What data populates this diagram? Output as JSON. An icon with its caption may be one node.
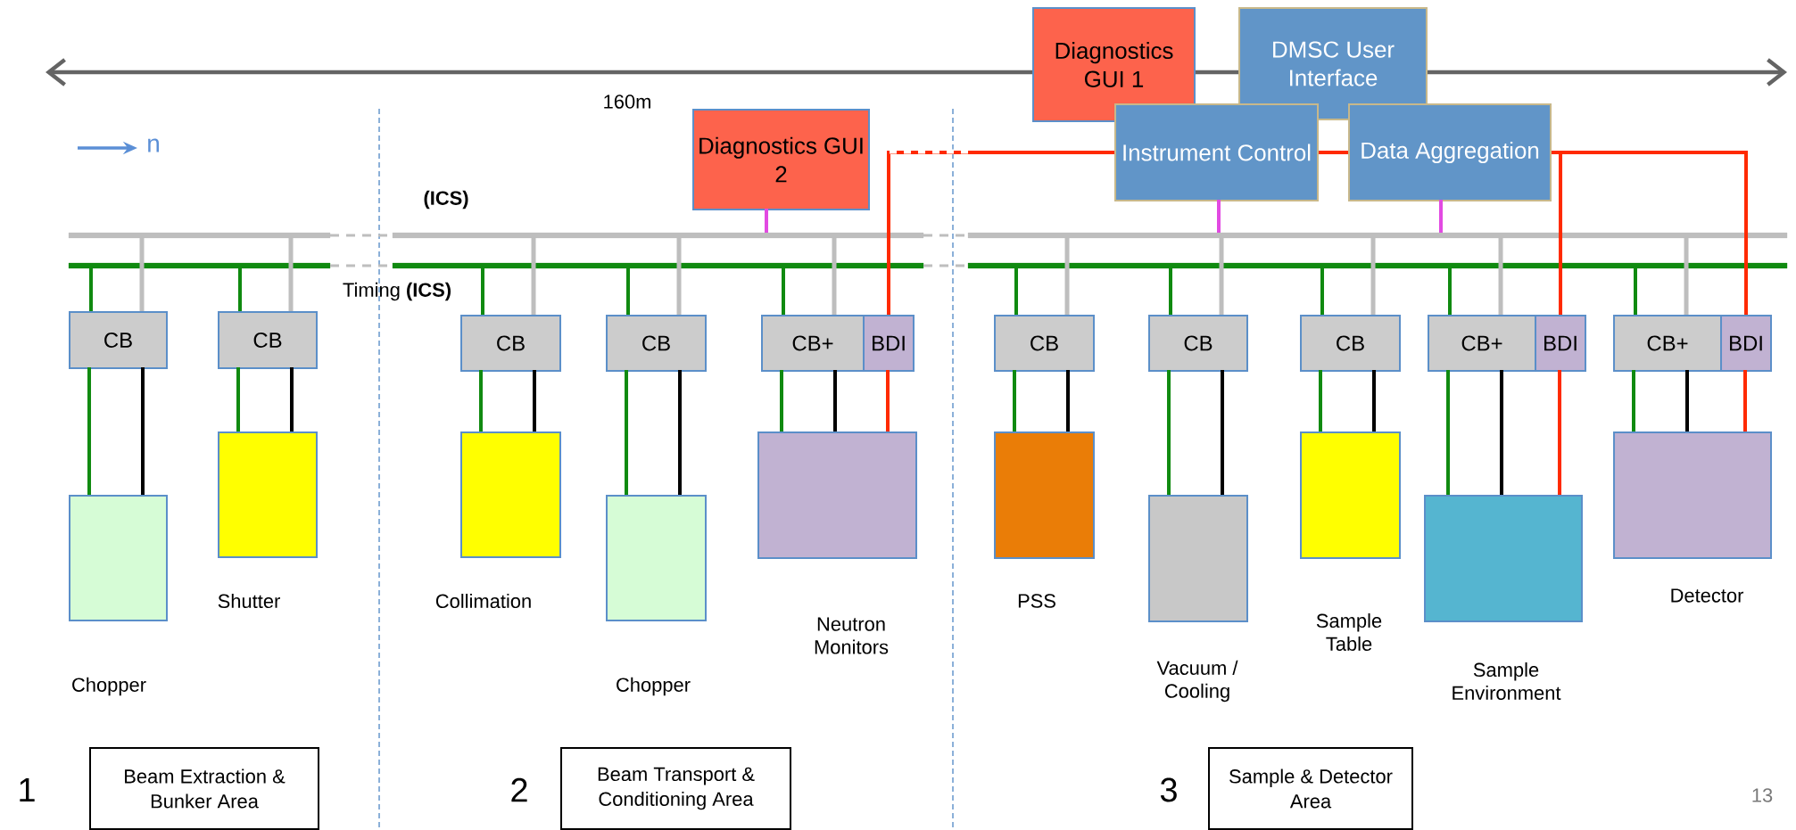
{
  "diagram": {
    "nodes": [
      {
        "text": [
          "Diagnostics GUI 1"
        ]
      },
      {
        "text": [
          "DMSC User Interface"
        ]
      },
      {
        "text": [
          "Diagnostics GUI 2"
        ]
      },
      {
        "text": [
          "Instrument Control"
        ]
      },
      {
        "text": [
          "Data Aggregation"
        ]
      },
      {
        "text": [
          "CB"
        ]
      },
      {
        "text": [
          "CB"
        ]
      },
      {
        "text": [
          "CB"
        ]
      },
      {
        "text": [
          "CB"
        ]
      },
      {
        "text": [
          "CB+"
        ]
      },
      {
        "text": [
          "BDI"
        ]
      },
      {
        "text": [
          "CB"
        ]
      },
      {
        "text": [
          "CB"
        ]
      },
      {
        "text": [
          "CB"
        ]
      },
      {
        "text": [
          "CB+"
        ]
      },
      {
        "text": [
          "BDI"
        ]
      },
      {
        "text": [
          "CB+"
        ]
      },
      {
        "text": [
          "BDI"
        ]
      },
      {
        "text": [],
        "shape": "box",
        "beside": [
          "Chopper"
        ]
      },
      {
        "text": [],
        "shape": "box",
        "beside": [
          "Shutter"
        ]
      },
      {
        "text": [],
        "shape": "box",
        "beside": [
          "Collimation"
        ]
      },
      {
        "text": [],
        "shape": "box",
        "beside": [
          "Chopper"
        ]
      },
      {
        "text": [],
        "shape": "box",
        "beside": [
          "Neutron Monitors"
        ]
      },
      {
        "text": [],
        "shape": "box",
        "beside": [
          "PSS"
        ]
      },
      {
        "text": [],
        "shape": "box",
        "beside": [
          "Vacuum / Cooling"
        ]
      },
      {
        "text": [],
        "shape": "box"
      },
      {
        "text": [],
        "shape": "box",
        "beside": [
          "Sample Environment"
        ]
      },
      {
        "text": [],
        "shape": "box",
        "beside": [
          "Detector"
        ]
      },
      {
        "text": [
          "Beam Extraction & Bunker Area"
        ],
        "beside": [
          "1"
        ]
      },
      {
        "text": [
          "Beam Transport & Conditioning Area"
        ],
        "beside": [
          "2"
        ]
      },
      {
        "text": [
          "Sample & Detector Area"
        ],
        "beside": [
          "3"
        ]
      },
      {
        "text": [],
        "shape": "bar"
      },
      {
        "text": [],
        "shape": "bar"
      },
      {
        "text": [],
        "shape": "bar"
      },
      {
        "text": [],
        "shape": "bar"
      },
      {
        "text": [],
        "shape": "bar"
      },
      {
        "text": [],
        "shape": "bar"
      }
    ],
    "edges": [
      {
        "from": 5,
        "to": 18,
        "arrow": "none",
        "color": "#108a10"
      },
      {
        "from": 5,
        "to": 18,
        "arrow": "none",
        "color": "#000000"
      },
      {
        "from": 6,
        "to": 19,
        "arrow": "none",
        "color": "#108a10"
      },
      {
        "from": 6,
        "to": 19,
        "arrow": "none",
        "color": "#000000"
      },
      {
        "from": 7,
        "to": 20,
        "arrow": "none",
        "color": "#108a10"
      },
      {
        "from": 7,
        "to": 20,
        "arrow": "none",
        "color": "#000000"
      },
      {
        "from": 8,
        "to": 21,
        "arrow": "none",
        "color": "#108a10"
      },
      {
        "from": 8,
        "to": 21,
        "arrow": "none",
        "color": "#000000"
      },
      {
        "from": 9,
        "to": 22,
        "arrow": "none",
        "color": "#108a10"
      },
      {
        "from": 9,
        "to": 22,
        "arrow": "none",
        "color": "#000000"
      },
      {
        "from": 10,
        "to": 22,
        "arrow": "none",
        "color": "#ff2a00"
      },
      {
        "from": 11,
        "to": 23,
        "arrow": "none",
        "color": "#108a10"
      },
      {
        "from": 11,
        "to": 23,
        "arrow": "none",
        "color": "#000000"
      },
      {
        "from": 12,
        "to": 24,
        "arrow": "none",
        "color": "#108a10"
      },
      {
        "from": 12,
        "to": 24,
        "arrow": "none",
        "color": "#000000"
      },
      {
        "from": 13,
        "to": 25,
        "arrow": "none",
        "color": "#108a10"
      },
      {
        "from": 13,
        "to": 25,
        "arrow": "none",
        "color": "#000000"
      },
      {
        "from": 14,
        "to": 26,
        "arrow": "none",
        "color": "#108a10"
      },
      {
        "from": 14,
        "to": 26,
        "arrow": "none",
        "color": "#000000"
      },
      {
        "from": 15,
        "to": 26,
        "arrow": "none",
        "color": "#ff2a00"
      },
      {
        "from": 16,
        "to": 27,
        "arrow": "none",
        "color": "#108a10"
      },
      {
        "from": 16,
        "to": 27,
        "arrow": "none",
        "color": "#000000"
      },
      {
        "from": 17,
        "to": 27,
        "arrow": "none",
        "color": "#ff2a00"
      },
      {
        "from": 3,
        "to": 10,
        "arrow": "none",
        "color": "#ff2a00"
      },
      {
        "from": 3,
        "to": 4,
        "arrow": "none",
        "color": "#ff2a00"
      },
      {
        "from": 4,
        "to": 15,
        "arrow": "none",
        "color": "#ff2a00"
      },
      {
        "from": 4,
        "to": 17,
        "arrow": "none",
        "color": "#ff2a00"
      },
      {
        "from": 32,
        "to": 5,
        "arrow": "none",
        "color": "#108a10"
      },
      {
        "from": 31,
        "to": 5,
        "arrow": "none",
        "color": "#bebebe"
      },
      {
        "from": 32,
        "to": 6,
        "arrow": "none",
        "color": "#108a10"
      },
      {
        "from": 31,
        "to": 6,
        "arrow": "none",
        "color": "#bebebe"
      },
      {
        "from": 34,
        "to": 7,
        "arrow": "none",
        "color": "#108a10"
      },
      {
        "from": 33,
        "to": 7,
        "arrow": "none",
        "color": "#bebebe"
      },
      {
        "from": 34,
        "to": 8,
        "arrow": "none",
        "color": "#108a10"
      },
      {
        "from": 33,
        "to": 8,
        "arrow": "none",
        "color": "#bebebe"
      },
      {
        "from": 34,
        "to": 9,
        "arrow": "none",
        "color": "#108a10"
      },
      {
        "from": 33,
        "to": 9,
        "arrow": "none",
        "color": "#bebebe"
      },
      {
        "from": 36,
        "to": 11,
        "arrow": "none",
        "color": "#108a10"
      },
      {
        "from": 35,
        "to": 11,
        "arrow": "none",
        "color": "#bebebe"
      },
      {
        "from": 36,
        "to": 12,
        "arrow": "none",
        "color": "#108a10"
      },
      {
        "from": 35,
        "to": 12,
        "arrow": "none",
        "color": "#bebebe"
      },
      {
        "from": 36,
        "to": 13,
        "arrow": "none",
        "color": "#108a10"
      },
      {
        "from": 35,
        "to": 13,
        "arrow": "none",
        "color": "#bebebe"
      },
      {
        "from": 36,
        "to": 14,
        "arrow": "none",
        "color": "#108a10"
      },
      {
        "from": 35,
        "to": 14,
        "arrow": "none",
        "color": "#bebebe"
      },
      {
        "from": 36,
        "to": 16,
        "arrow": "none",
        "color": "#108a10"
      },
      {
        "from": 35,
        "to": 16,
        "arrow": "none",
        "color": "#bebebe"
      },
      {
        "from": 2,
        "to": 33,
        "arrow": "none",
        "color": "#e24ae2"
      },
      {
        "from": 3,
        "to": 35,
        "arrow": "none",
        "color": "#e24ae2"
      },
      {
        "from": 4,
        "to": 35,
        "arrow": "none",
        "color": "#e24ae2"
      },
      {
        "from": 31,
        "to": 33,
        "arrow": "none",
        "style": "dashed",
        "color": "#bebebe"
      },
      {
        "from": 32,
        "to": 34,
        "arrow": "none",
        "style": "dashed",
        "color": "#bebebe"
      },
      {
        "from": 33,
        "to": 35,
        "arrow": "none",
        "style": "dashed",
        "color": "#bebebe"
      },
      {
        "from": 34,
        "to": 36,
        "arrow": "none",
        "style": "dashed",
        "color": "#bebebe"
      }
    ],
    "labels": [
      "160m",
      "n",
      "(ICS)",
      "Timing **(ICS)**",
      "Sample Table",
      "13"
    ]
  }
}
